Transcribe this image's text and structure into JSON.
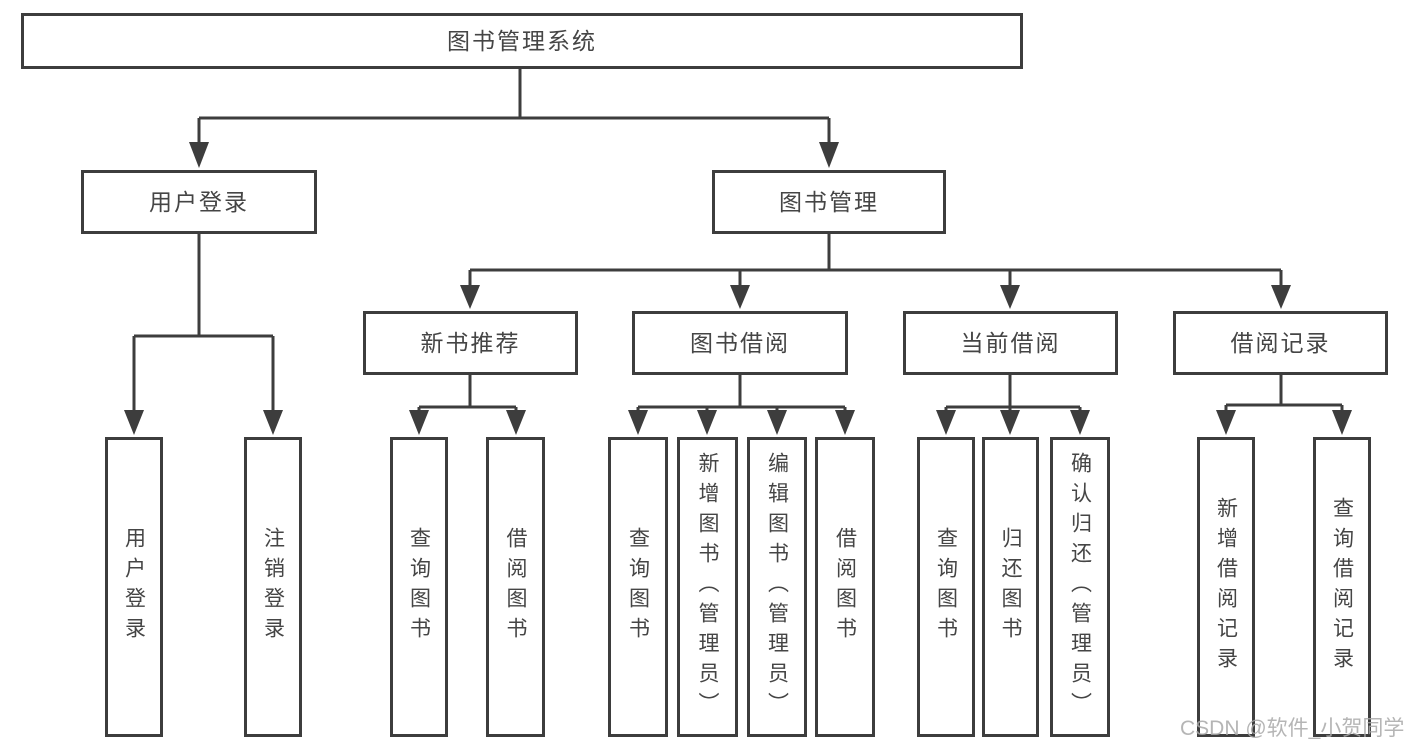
{
  "tree": {
    "label": "图书管理系统",
    "children": [
      {
        "label": "用户登录",
        "children": [
          "用户登录",
          "注销登录"
        ]
      },
      {
        "label": "图书管理",
        "children": [
          {
            "label": "新书推荐",
            "children": [
              "查询图书",
              "借阅图书"
            ]
          },
          {
            "label": "图书借阅",
            "children": [
              "查询图书",
              "新增图书（管理员）",
              "编辑图书（管理员）",
              "借阅图书"
            ]
          },
          {
            "label": "当前借阅",
            "children": [
              "查询图书",
              "归还图书",
              "确认归还（管理员）"
            ]
          },
          {
            "label": "借阅记录",
            "children": [
              "新增借阅记录",
              "查询借阅记录"
            ]
          }
        ]
      }
    ]
  },
  "watermark": "CSDN @软件_小贺同学",
  "colors": {
    "line": "#3d3d3d",
    "box_border": "#3d3d3d",
    "box_fill": "#ffffff",
    "text": "#454545",
    "watermark": "#a8a8a8"
  }
}
